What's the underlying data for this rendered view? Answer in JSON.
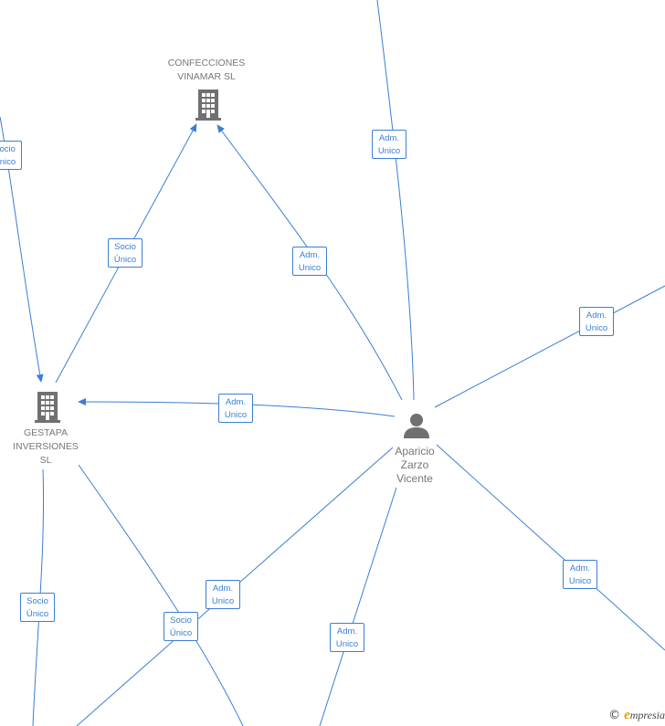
{
  "nodes": {
    "confecciones": {
      "label_lines": [
        "CONFECCIONES",
        "VINAMAR  SL"
      ],
      "icon": "building-icon"
    },
    "gestapa": {
      "label_lines": [
        "GESTAPA",
        "INVERSIONES",
        "SL"
      ],
      "icon": "building-icon"
    },
    "aparicio": {
      "label_lines": [
        "Aparicio",
        "Zarzo",
        "Vicente"
      ],
      "icon": "person-icon"
    }
  },
  "edge_labels": [
    {
      "id": "edge-socio-unico-left-offscreen",
      "lines": [
        "Socio",
        "Único"
      ]
    },
    {
      "id": "edge-adm-unico-top",
      "lines": [
        "Adm.",
        "Unico"
      ]
    },
    {
      "id": "edge-socio-unico-gestapa-confecciones",
      "lines": [
        "Socio",
        "Único"
      ]
    },
    {
      "id": "edge-adm-unico-aparicio-confecciones",
      "lines": [
        "Adm.",
        "Unico"
      ]
    },
    {
      "id": "edge-adm-unico-right-upper",
      "lines": [
        "Adm.",
        "Unico"
      ]
    },
    {
      "id": "edge-adm-unico-aparicio-gestapa",
      "lines": [
        "Adm.",
        "Unico"
      ]
    },
    {
      "id": "edge-adm-unico-lower-middle",
      "lines": [
        "Adm.",
        "Unico"
      ]
    },
    {
      "id": "edge-adm-unico-right-lower",
      "lines": [
        "Adm.",
        "Unico"
      ]
    },
    {
      "id": "edge-socio-unico-gestapa-down",
      "lines": [
        "Socio",
        "Único"
      ]
    },
    {
      "id": "edge-socio-unico-lower-center",
      "lines": [
        "Socio",
        "Único"
      ]
    },
    {
      "id": "edge-adm-unico-bottom",
      "lines": [
        "Adm.",
        "Unico"
      ]
    }
  ],
  "footer": {
    "copyright": "©",
    "brand_initial": "e",
    "brand_rest": "mpresia"
  },
  "colors": {
    "edge": "#3a7fd5",
    "node_text": "#777777",
    "icon": "#707070",
    "brand": "#e8a000"
  }
}
